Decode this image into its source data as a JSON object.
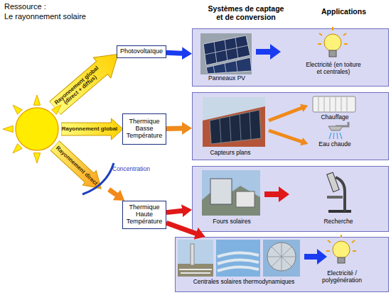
{
  "diagram": {
    "nodes": [
      {
        "text": [
          "Rayonnement global (direct + diffus)"
        ]
      },
      {
        "text": [
          "Photovoltaïque"
        ]
      },
      {
        "text": [
          "Panneaux PV",
          "Electricité (en toiture et centrales)"
        ]
      },
      {
        "text": [
          "Rayonnement global"
        ]
      },
      {
        "text": [
          "Thermique Basse Température"
        ]
      },
      {
        "text": [
          "Capteurs plans",
          "Chauffage",
          "Eau chaude"
        ]
      },
      {
        "text": [
          "Rayonnement direct"
        ]
      },
      {
        "text": [
          "Thermique Haute Température"
        ]
      },
      {
        "text": [
          "Fours solaires",
          "Recherche"
        ]
      },
      {
        "text": [
          "Centrales solaires thermodynamiques",
          "Electricité / polygénération"
        ]
      }
    ],
    "edges": [
      {
        "from": 1,
        "to": 2,
        "arrow": "to"
      },
      {
        "from": 4,
        "to": 5,
        "arrow": "to"
      },
      {
        "from": 6,
        "to": 7,
        "arrow": "to"
      },
      {
        "from": 7,
        "to": 8,
        "arrow": "to"
      },
      {
        "from": 7,
        "to": 9,
        "arrow": "to"
      }
    ],
    "labels": [
      "Ressource :",
      "Le rayonnement solaire",
      "Systèmes de captage et de conversion",
      "Applications",
      "Concentration"
    ]
  }
}
